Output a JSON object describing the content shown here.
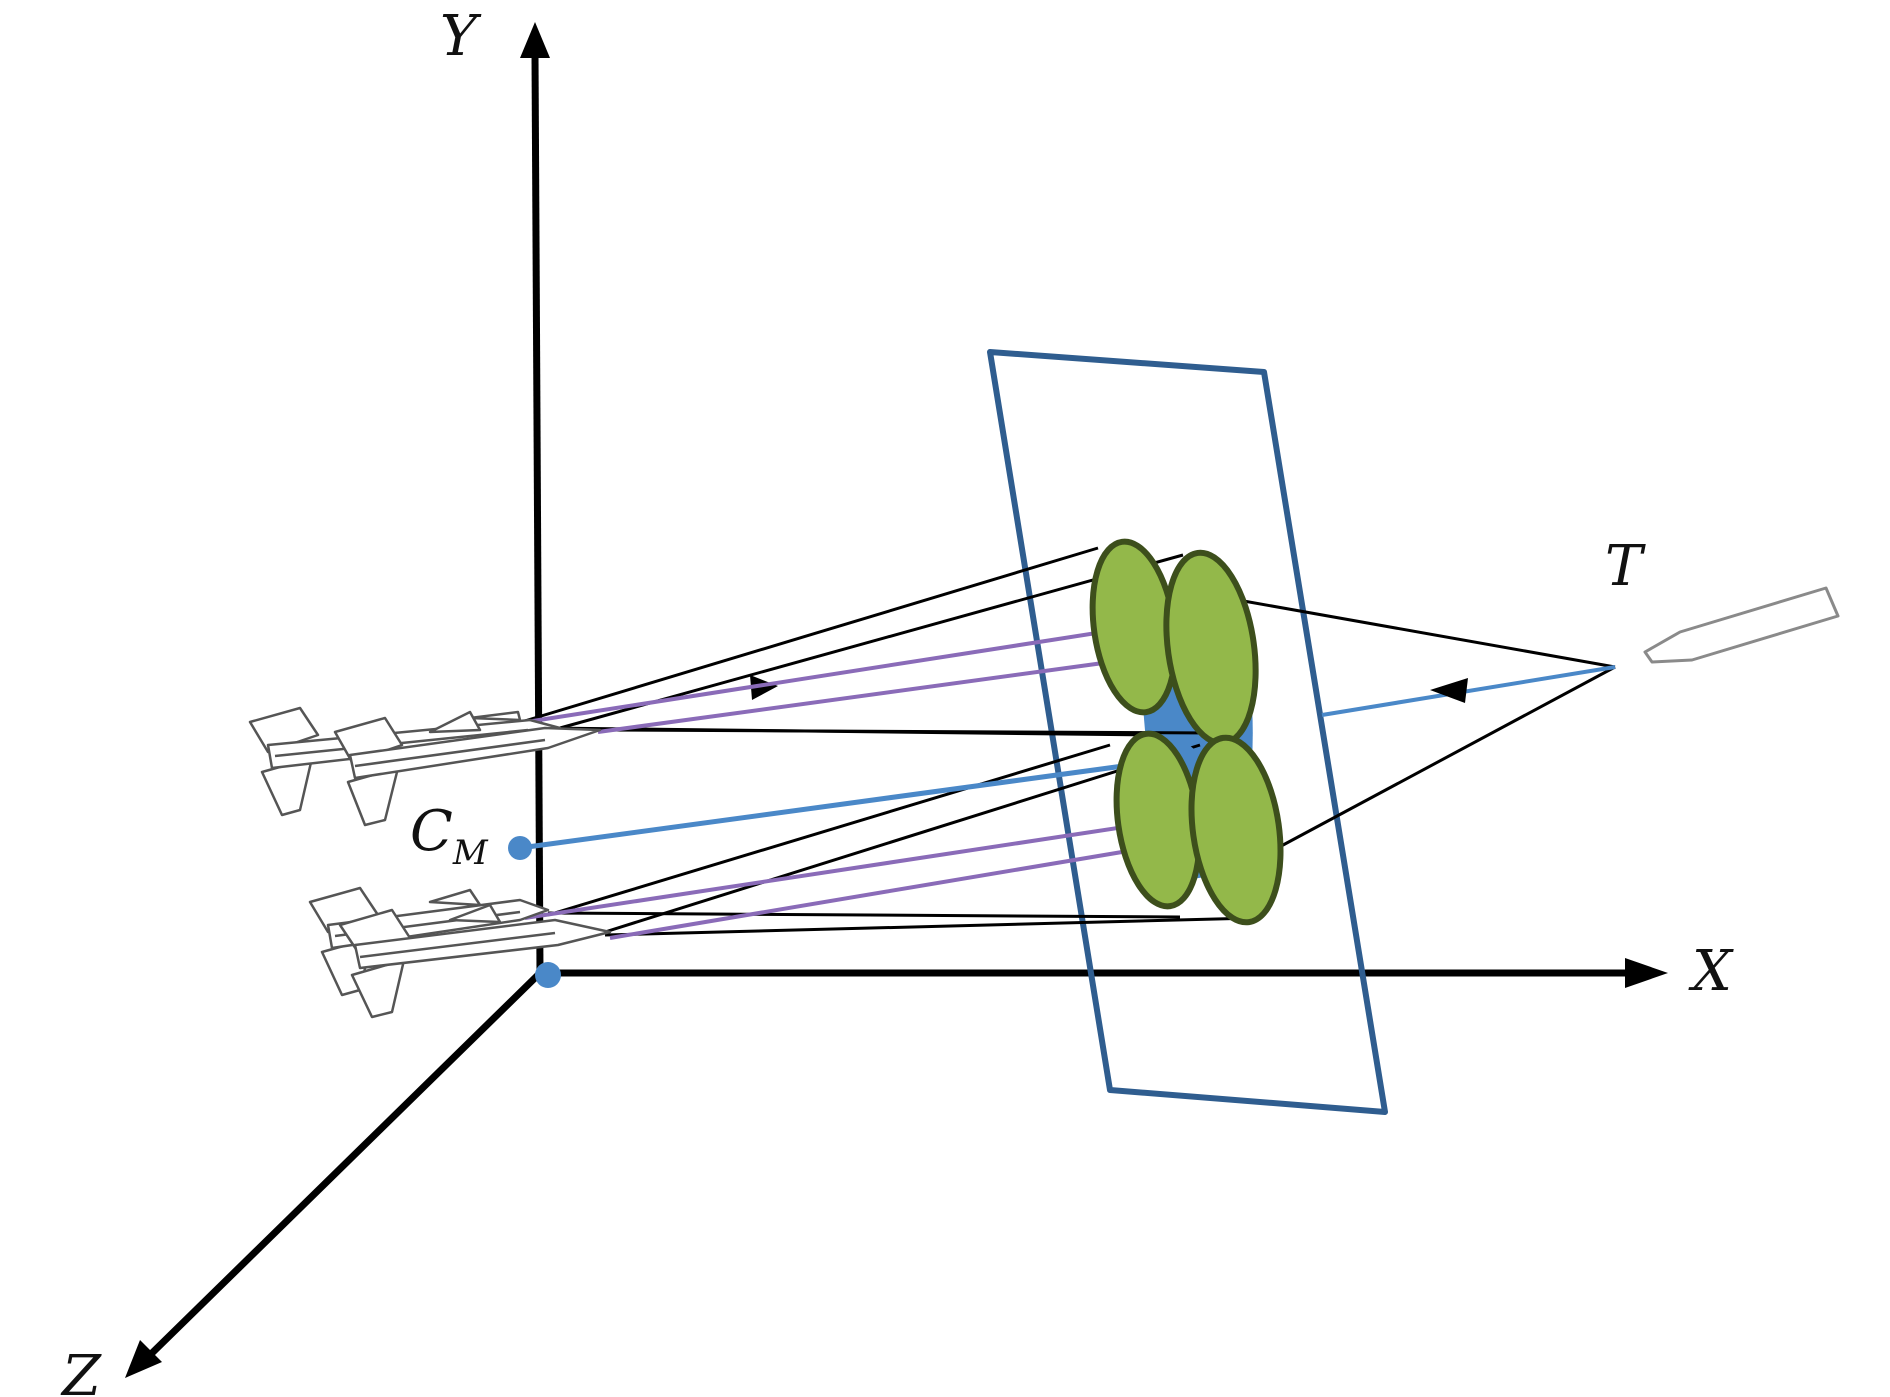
{
  "labels": {
    "x_axis": "X",
    "y_axis": "Y",
    "z_axis": "Z",
    "target": "T",
    "centroid_main": "C",
    "centroid_sub": "M"
  },
  "colors": {
    "axis": "#000000",
    "plane": "#2f5d8f",
    "ellipse_fill": "#93b84a",
    "ellipse_stroke": "#3d4f1c",
    "blue_line": "#4a88c8",
    "purple_line": "#8a6bb8",
    "missile_stroke": "#555555",
    "ship_stroke": "#8a8a8a"
  },
  "icons": {
    "missile": "missile-icon",
    "ship": "ship-icon"
  }
}
